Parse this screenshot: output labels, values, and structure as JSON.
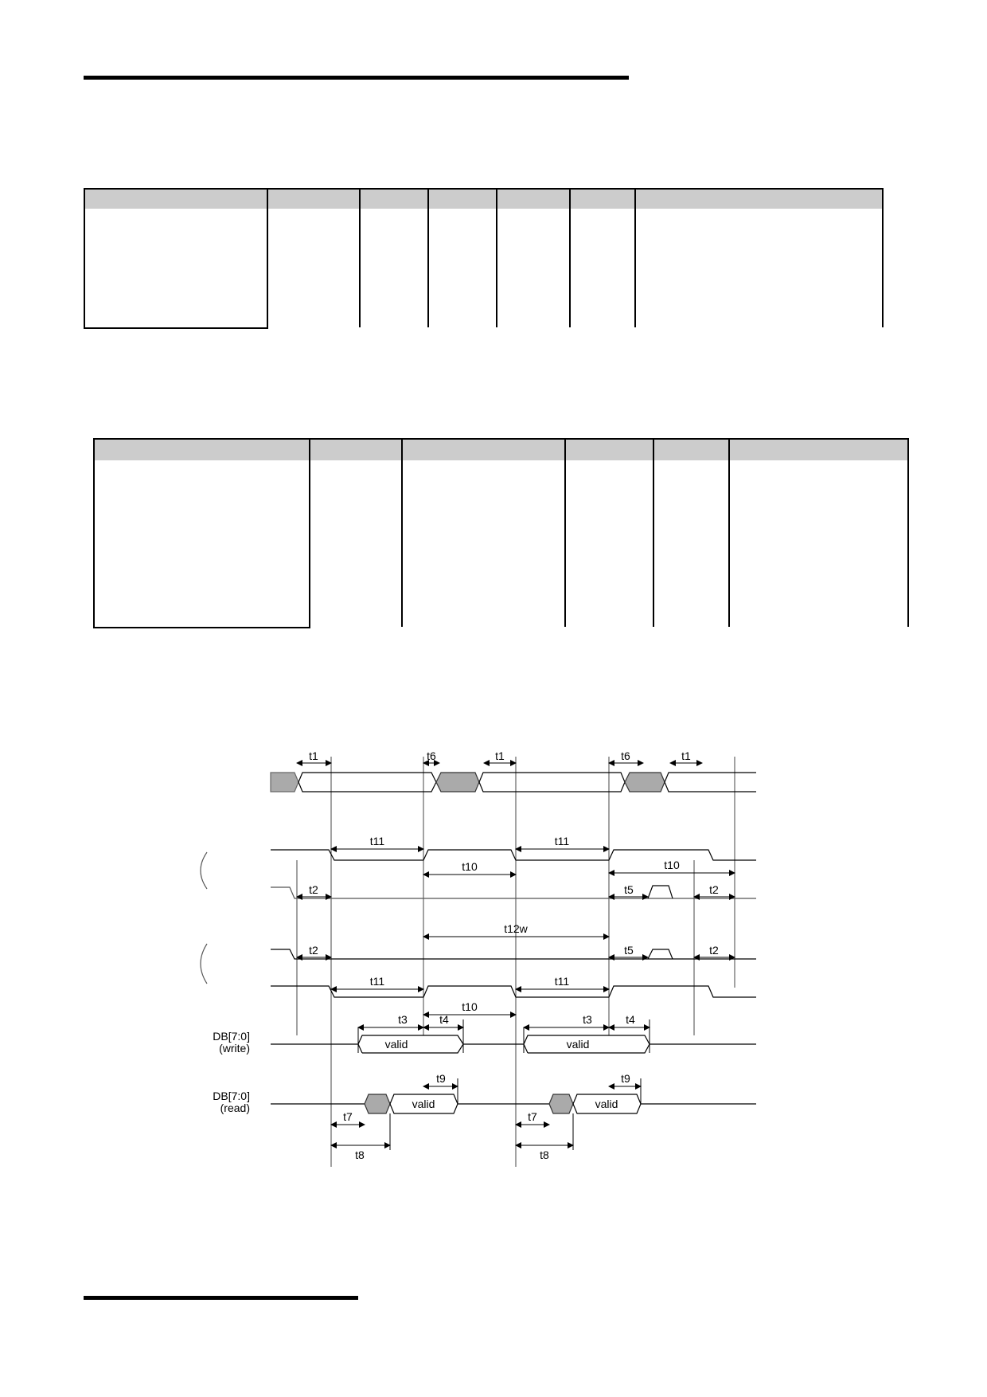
{
  "timing": {
    "labels": {
      "t1": "t1",
      "t2": "t2",
      "t3": "t3",
      "t4": "t4",
      "t5": "t5",
      "t6": "t6",
      "t7": "t7",
      "t8": "t8",
      "t9": "t9",
      "t10": "t10",
      "t11": "t11",
      "t12w": "t12w",
      "valid": "valid"
    },
    "signals": {
      "db_write": "DB[7:0]",
      "db_write_sub": "(write)",
      "db_read": "DB[7:0]",
      "db_read_sub": "(read)"
    }
  }
}
